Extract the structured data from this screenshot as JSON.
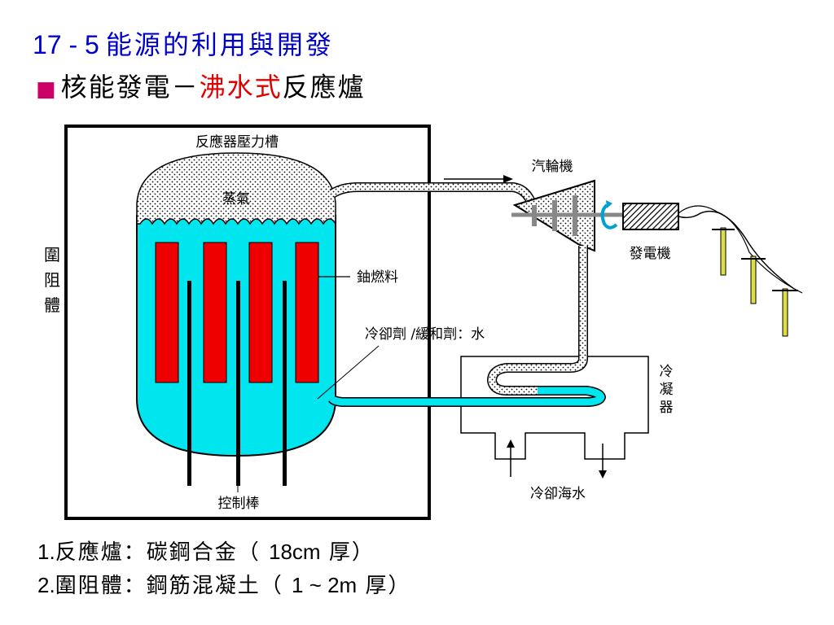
{
  "title": {
    "number": "17 - 5",
    "text": "能源的利用與開發"
  },
  "subtitle": {
    "bullet": "■",
    "prefix": "核能發電－",
    "highlight": "沸水式",
    "suffix": "反應爐"
  },
  "diagram": {
    "pressure_vessel": "反應器壓力槽",
    "steam": "蒸氣",
    "containment": [
      "圍",
      "阻",
      "體"
    ],
    "uranium_fuel": "鈾燃料",
    "coolant": "冷卻劑 /緩和劑：水",
    "control_rods": "控制棒",
    "turbine": "汽輪機",
    "generator": "發電機",
    "condenser": [
      "冷",
      "凝",
      "器"
    ],
    "cooling_seawater": "冷卻海水"
  },
  "notes": [
    {
      "num": "1.",
      "label": "反應爐：",
      "material": "碳鋼合金",
      "open": "（ ",
      "spec": "18cm",
      "unit": " 厚",
      "close": "）"
    },
    {
      "num": "2.",
      "label": "圍阻體：",
      "material": "鋼筋混凝土",
      "open": "（ ",
      "spec": "1 ~ 2m",
      "unit": " 厚",
      "close": "）"
    }
  ],
  "colors": {
    "title": "#0000cc",
    "highlight": "#e00000",
    "water": "#00e5ee",
    "fuel": "#ee0000",
    "pole": "#dddd44"
  }
}
